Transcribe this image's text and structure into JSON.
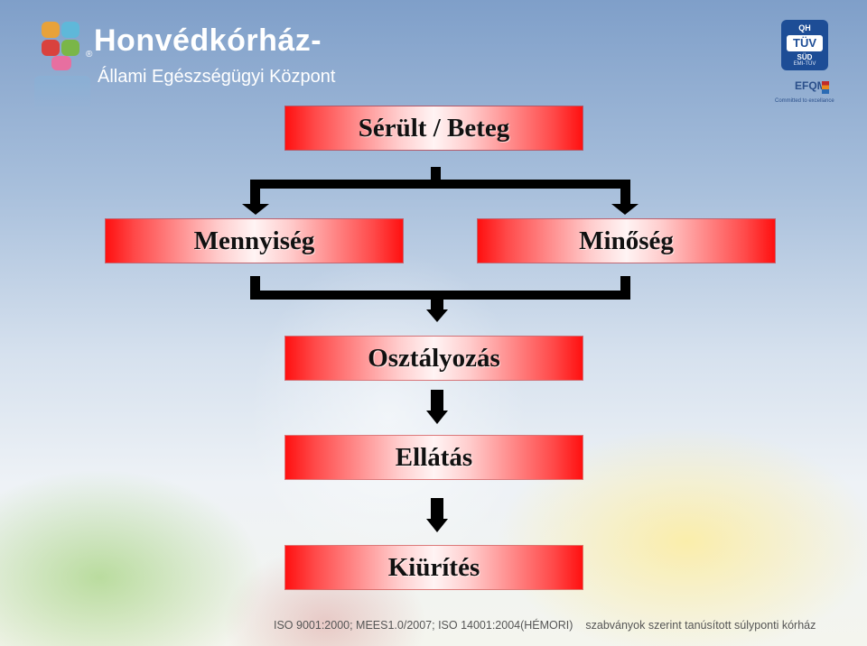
{
  "header": {
    "logo_title": "Honvédkórház-",
    "logo_subtitle": "Állami Egészségügyi Központ",
    "logo_reg": "®",
    "cert_top": "QH",
    "cert_main": "TÜV",
    "cert_sub": "SÜD",
    "cert_emi": "EMI-TÜV",
    "efqm": "EFQM",
    "efqm_tag": "Committed to excellance"
  },
  "colors": {
    "box_edge": "#ff1010",
    "box_center": "#fff4f4",
    "arrow": "#000000"
  },
  "nodes": {
    "start": "Sérült / Beteg",
    "left": "Mennyiség",
    "right": "Minőség",
    "classify": "Osztályozás",
    "care": "Ellátás",
    "evacuate": "Kiürítés"
  },
  "footer": {
    "standards": "ISO 9001:2000; MEES1.0/2007; ISO 14001:2004(HÉMORI)",
    "note": "szabványok szerint tanúsított súlyponti kórház"
  }
}
